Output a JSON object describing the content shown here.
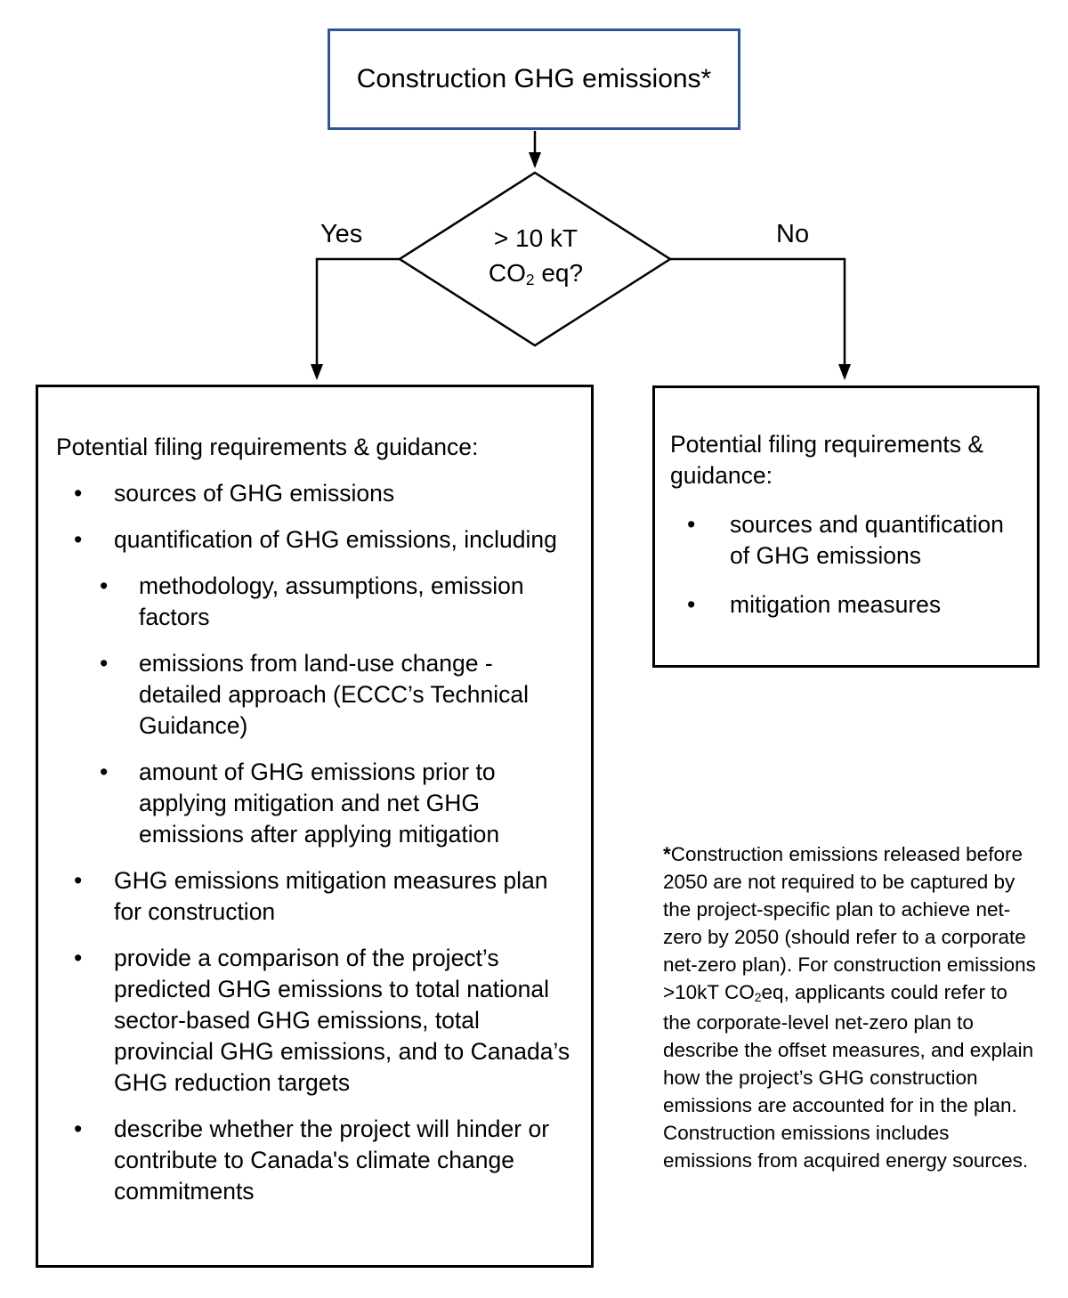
{
  "colors": {
    "start_box_border": "#2F5597",
    "outcome_box_border": "#000000",
    "connector": "#000000",
    "text": "#000000"
  },
  "bullet_glyph": "•",
  "start_box": {
    "label": "Construction GHG emissions*"
  },
  "decision": {
    "line1": "> 10 kT",
    "co": "CO",
    "sub": "2",
    "eq": " eq?"
  },
  "branches": {
    "yes": "Yes",
    "no": "No"
  },
  "left_box": {
    "heading": "Potential filing requirements & guidance:",
    "items": [
      {
        "level": 1,
        "text": "sources of GHG emissions"
      },
      {
        "level": 1,
        "text": "quantification of GHG emissions, including"
      },
      {
        "level": 2,
        "text": "methodology, assumptions, emission factors"
      },
      {
        "level": 2,
        "text": "emissions from land-use change - detailed approach (ECCC’s Technical Guidance)"
      },
      {
        "level": 2,
        "text": "amount of GHG emissions prior to applying mitigation and net GHG emissions after applying mitigation"
      },
      {
        "level": 1,
        "text": "GHG emissions mitigation measures plan for construction"
      },
      {
        "level": 1,
        "text": "provide a comparison of the project’s predicted GHG emissions to total national sector-based GHG emissions, total provincial GHG emissions, and to Canada’s GHG reduction targets"
      },
      {
        "level": 1,
        "text": "describe whether the project will hinder or contribute to Canada's climate change commitments"
      }
    ]
  },
  "right_box": {
    "heading": "Potential filing requirements & guidance:",
    "items": [
      {
        "level": 1,
        "text": "sources and quantification of GHG emissions"
      },
      {
        "level": 1,
        "text": "mitigation measures"
      }
    ]
  },
  "footnote": {
    "star": "*",
    "part1": "Construction emissions released before 2050 are not required to be captured by the project-specific plan to achieve net-zero by 2050  (should refer to a corporate net-zero plan). For construction emissions >10kT CO",
    "sub": "2",
    "part2": "eq, applicants could refer to the corporate-level net-zero plan to describe the offset measures, and explain how the project’s GHG construction emissions are accounted for in the plan. Construction emissions includes emissions from acquired energy sources."
  }
}
